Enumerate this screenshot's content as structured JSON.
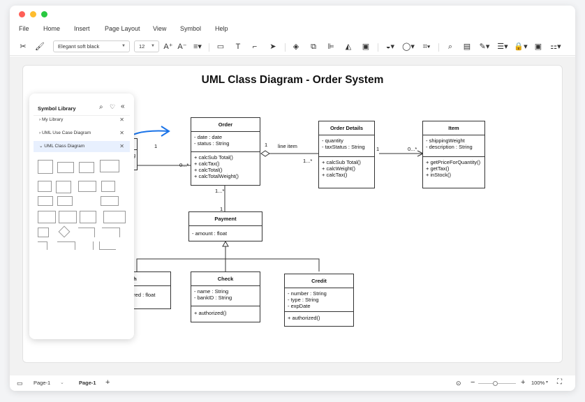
{
  "menu": [
    "File",
    "Home",
    "Insert",
    "Page Layout",
    "View",
    "Symbol",
    "Help"
  ],
  "toolbar": {
    "font_family": "Elegant soft black",
    "font_size": "12"
  },
  "diagram": {
    "title": "UML Class Diagram - Order System",
    "classes": {
      "customer": {
        "name_partial": "er",
        "attr_partial": "ing"
      },
      "order": {
        "name": "Order",
        "attributes": [
          "-  date : date",
          "-  status : String"
        ],
        "methods": [
          "+  calcSub Total()",
          "+  calcTax()",
          "+  calcTotal()",
          "+  calcTotalWeight()"
        ]
      },
      "order_details": {
        "name": "Order Details",
        "attributes": [
          "-  quantity",
          "-  taxStatus : String"
        ],
        "methods": [
          "+  calcSub Total()",
          "+  calcWeight()",
          "+  calcTax()"
        ]
      },
      "item": {
        "name": "Item",
        "attributes": [
          "-  shippingWeight",
          "-  description : String"
        ],
        "methods": [
          "+  getPriceForQuantity()",
          "+  getTax()",
          "+  inStock()"
        ]
      },
      "payment": {
        "name": "Payment",
        "attributes": [
          "-  amount : float"
        ]
      },
      "cash": {
        "name_partial": "sh",
        "attr_partial": "ered : float"
      },
      "check": {
        "name": "Check",
        "attributes": [
          "-  name : String",
          "-  bankID : String"
        ],
        "methods": [
          "+  authorized()"
        ]
      },
      "credit": {
        "name": "Credit",
        "attributes": [
          "-  number : String",
          "-  type : String",
          "-  expDate"
        ],
        "methods": [
          "+  authorized()"
        ]
      }
    },
    "multiplicities": {
      "customer_side": "1",
      "order_customer_side": "0...*",
      "order_details_left": "1",
      "line_item": "line item",
      "order_details_many": "1...*",
      "order_details_right": "1",
      "item_many": "0...*",
      "order_payment_many": "1...*",
      "payment_one": "1"
    }
  },
  "symbol_library": {
    "title": "Symbol Library",
    "items": [
      {
        "label": "My Library"
      },
      {
        "label": "UML Use Case Diagram"
      },
      {
        "label": "UML Class Diagram"
      }
    ]
  },
  "status": {
    "page_selector": "Page-1",
    "page_tab": "Page-1",
    "zoom": "100%"
  },
  "colors": {
    "accent": "#1a73e8",
    "selected_bg": "#e8f0fe"
  }
}
